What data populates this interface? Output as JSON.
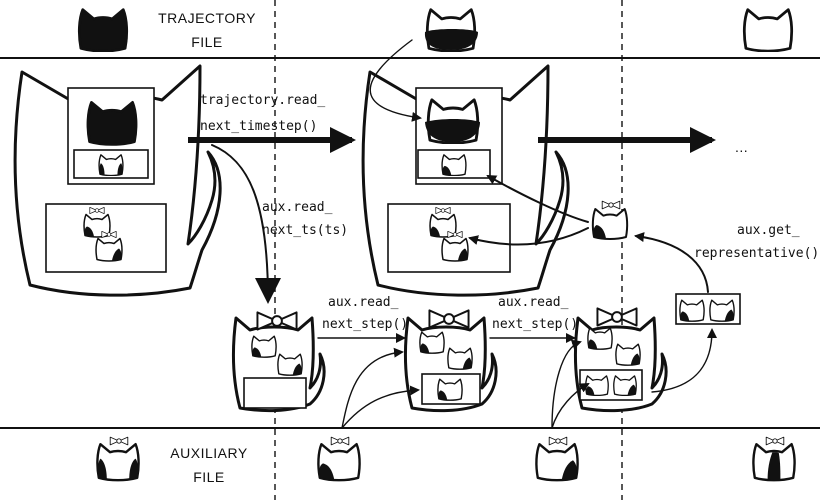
{
  "trajectory_file": {
    "line1": "TRAJECTORY",
    "line2": "FILE"
  },
  "auxiliary_file": {
    "line1": "AUXILIARY",
    "line2": "FILE"
  },
  "arrows": {
    "read_next_timestep_line1": "trajectory.read_",
    "read_next_timestep_line2": "next_timestep()",
    "read_next_ts_line1": "aux.read_",
    "read_next_ts_line2": "next_ts(ts)",
    "read_next_step_a_line1": "aux.read_",
    "read_next_step_a_line2": "next_step()",
    "read_next_step_b_line1": "aux.read_",
    "read_next_step_b_line2": "next_step()",
    "get_representative_line1": "aux.get_",
    "get_representative_line2": "representative()"
  },
  "continuation": "...",
  "colors": {
    "ink": "#111111",
    "paper": "#ffffff"
  },
  "icons": [
    "cat-head-icon",
    "bow-icon",
    "cat-bag-icon"
  ]
}
